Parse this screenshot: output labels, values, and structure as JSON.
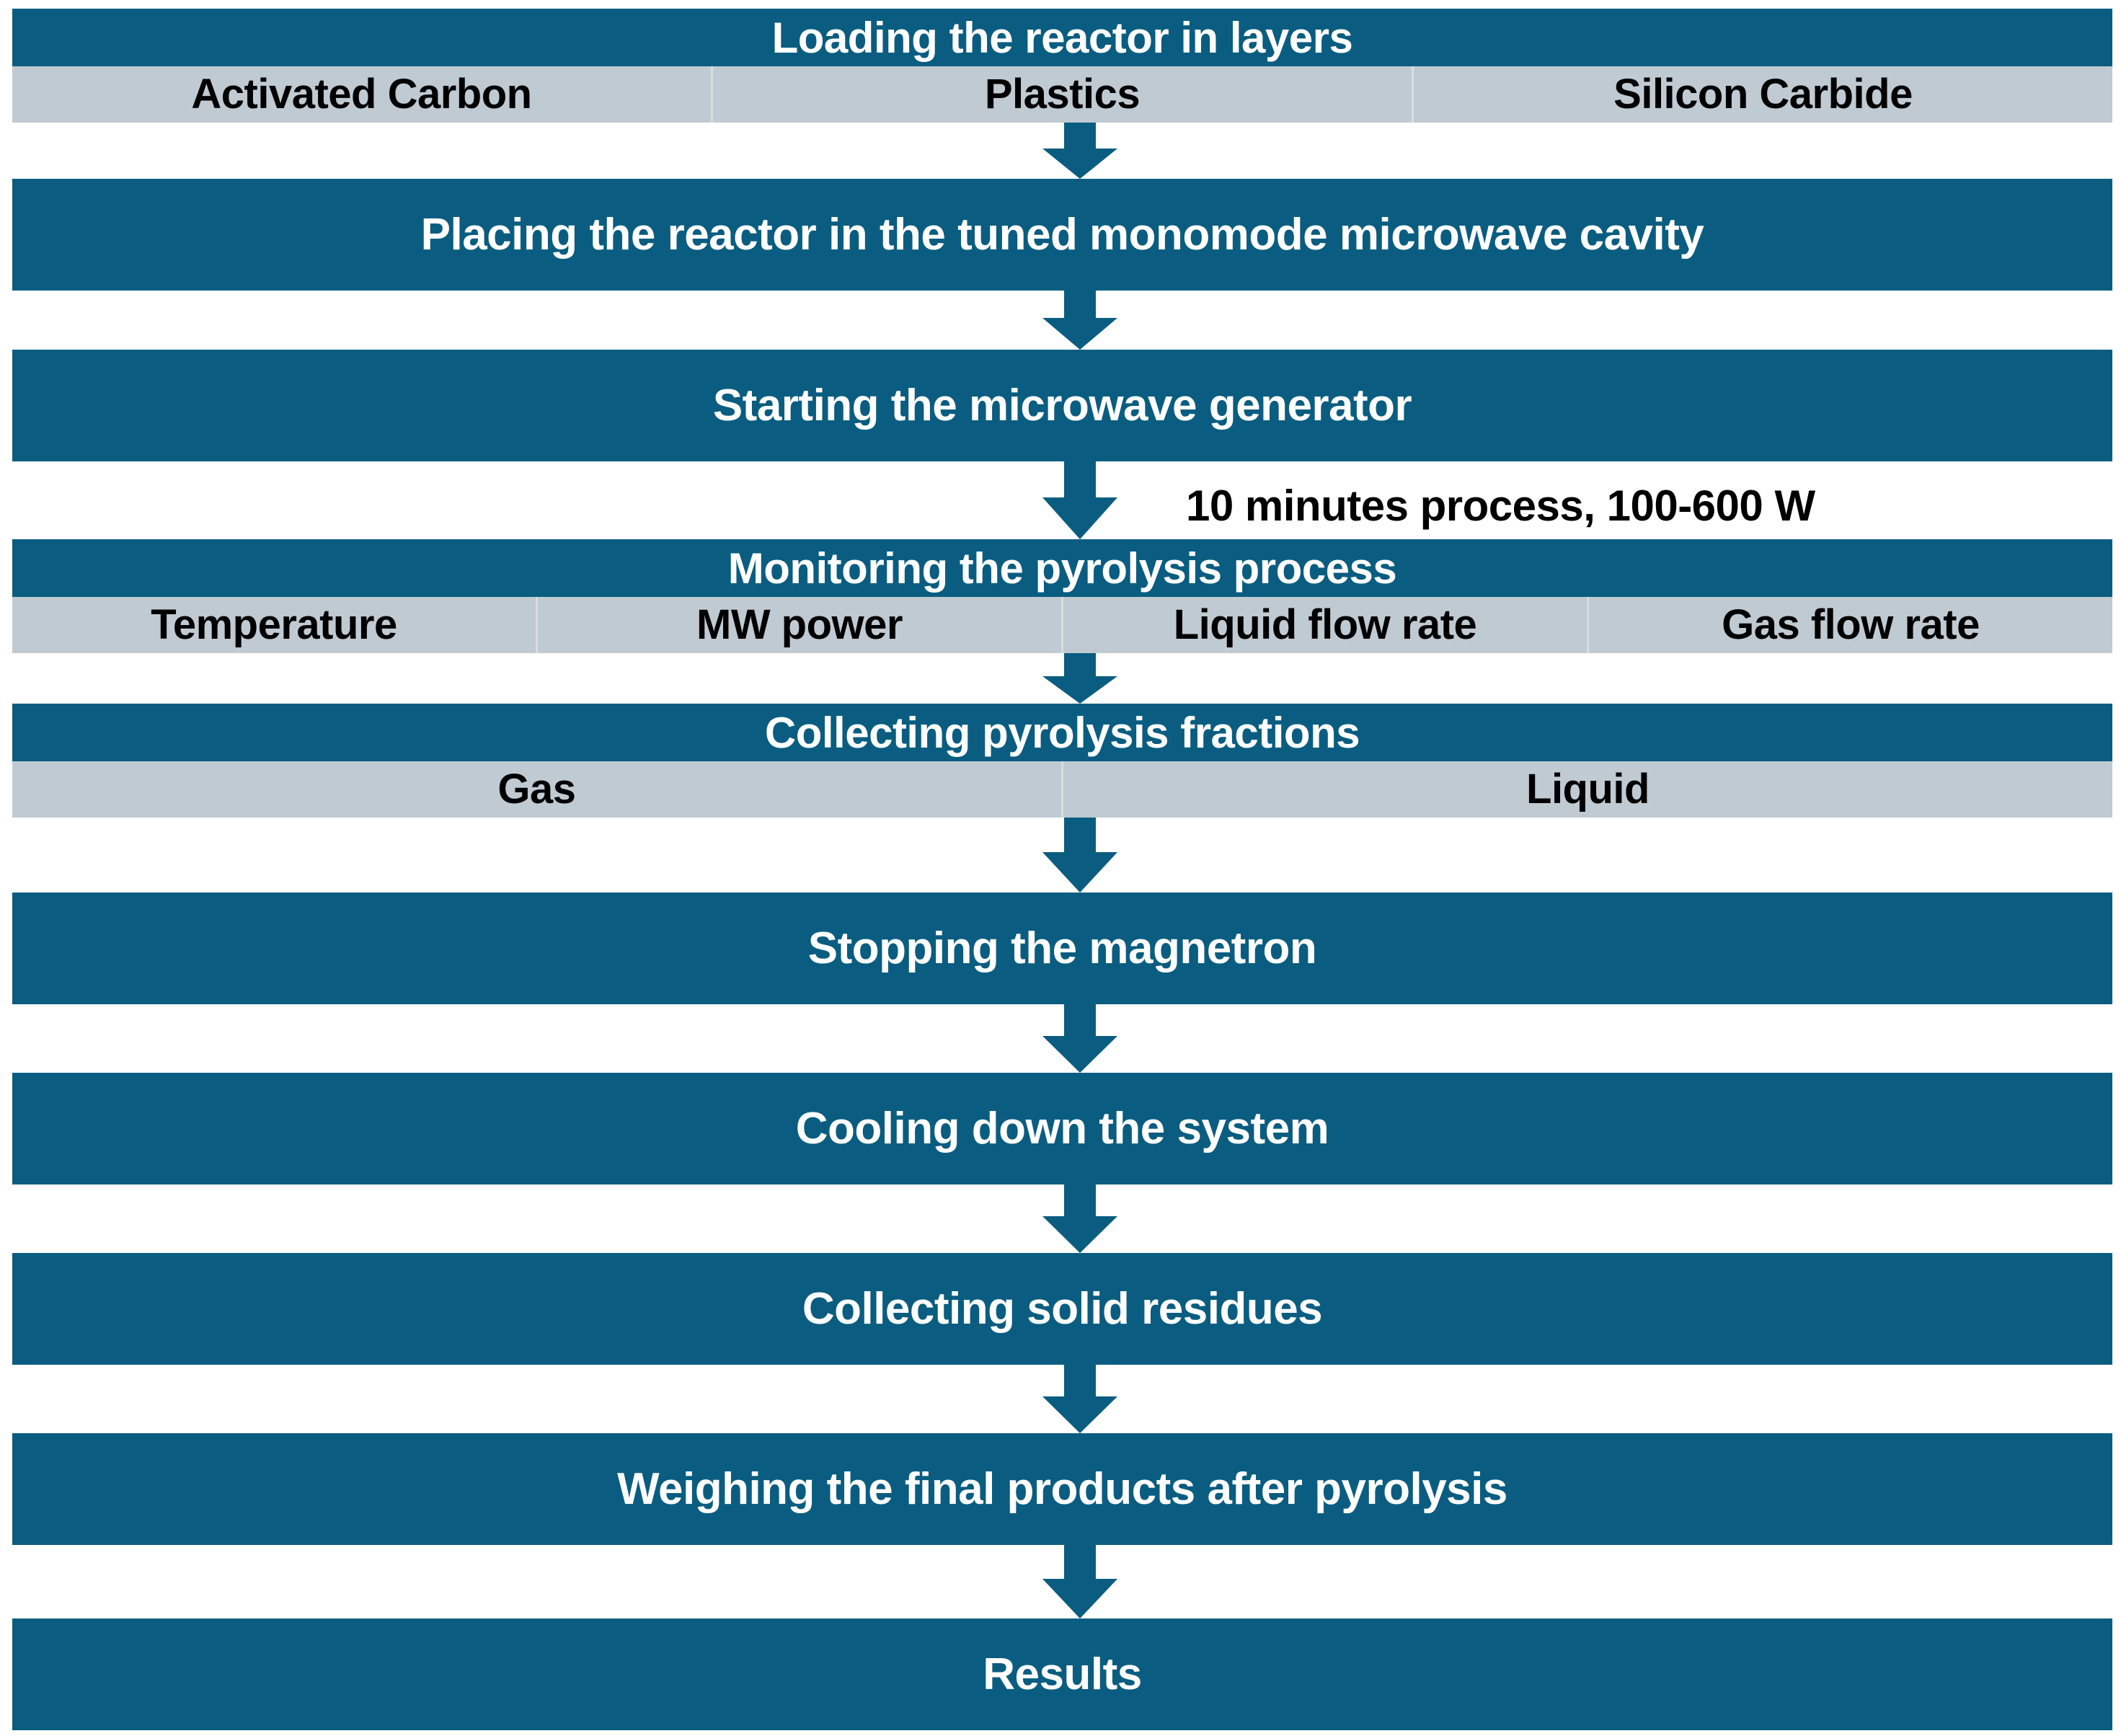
{
  "colors": {
    "primary": "#0a5d80",
    "subrow_bg": "#c0cad2",
    "subrow_divider": "#d6dde2",
    "header_text": "#ffffff",
    "subrow_text": "#000000",
    "background": "#ffffff"
  },
  "annotations": {
    "process_conditions": "10 minutes process, 100-600 W"
  },
  "steps": [
    {
      "id": "loading-the-reactor-in-layers",
      "title": "Loading the reactor in layers",
      "columns": [
        "Activated Carbon",
        "Plastics",
        "Silicon Carbide"
      ]
    },
    {
      "id": "placing-the-reactor",
      "title": "Placing the reactor in the tuned monomode microwave cavity",
      "columns": []
    },
    {
      "id": "starting-the-microwave-generator",
      "title": "Starting the microwave generator",
      "columns": []
    },
    {
      "id": "monitoring-the-pyrolysis-process",
      "title": "Monitoring the pyrolysis process",
      "columns": [
        "Temperature",
        "MW power",
        "Liquid flow rate",
        "Gas flow rate"
      ]
    },
    {
      "id": "collecting-pyrolysis-fractions",
      "title": "Collecting pyrolysis fractions",
      "columns": [
        "Gas",
        "Liquid"
      ]
    },
    {
      "id": "stopping-the-magnetron",
      "title": "Stopping the magnetron",
      "columns": []
    },
    {
      "id": "cooling-down-the-system",
      "title": "Cooling down the system",
      "columns": []
    },
    {
      "id": "collecting-solid-residues",
      "title": "Collecting solid residues",
      "columns": []
    },
    {
      "id": "weighing-the-final-products",
      "title": "Weighing the final products after pyrolysis",
      "columns": []
    },
    {
      "id": "results",
      "title": "Results",
      "columns": []
    }
  ],
  "connectors": [
    {
      "id": "arrow-1",
      "from": "loading-the-reactor-in-layers",
      "to": "placing-the-reactor"
    },
    {
      "id": "arrow-2",
      "from": "placing-the-reactor",
      "to": "starting-the-microwave-generator"
    },
    {
      "id": "arrow-3",
      "from": "starting-the-microwave-generator",
      "to": "monitoring-the-pyrolysis-process"
    },
    {
      "id": "arrow-4",
      "from": "monitoring-the-pyrolysis-process",
      "to": "collecting-pyrolysis-fractions"
    },
    {
      "id": "arrow-5",
      "from": "collecting-pyrolysis-fractions",
      "to": "stopping-the-magnetron"
    },
    {
      "id": "arrow-6",
      "from": "stopping-the-magnetron",
      "to": "cooling-down-the-system"
    },
    {
      "id": "arrow-7",
      "from": "cooling-down-the-system",
      "to": "collecting-solid-residues"
    },
    {
      "id": "arrow-8",
      "from": "collecting-solid-residues",
      "to": "weighing-the-final-products"
    },
    {
      "id": "arrow-9",
      "from": "weighing-the-final-products",
      "to": "results"
    }
  ]
}
